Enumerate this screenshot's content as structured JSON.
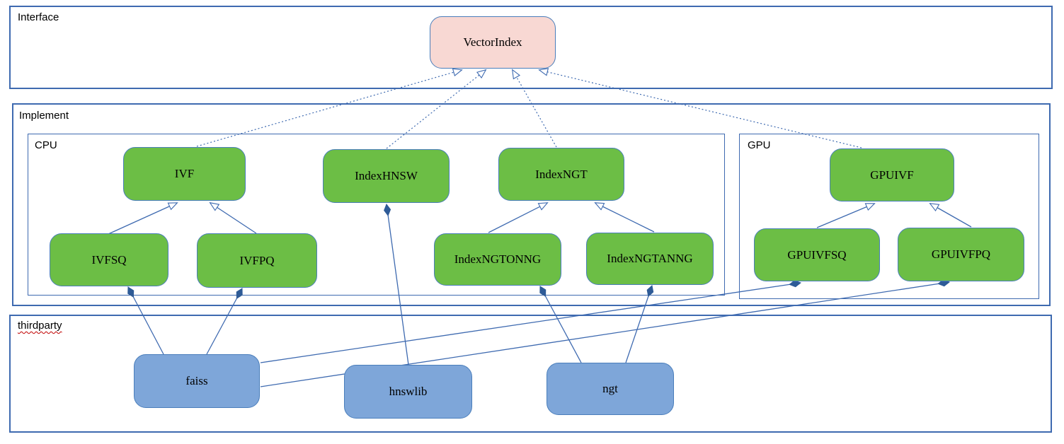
{
  "diagram": {
    "containers": {
      "interface": {
        "label": "Interface"
      },
      "implement": {
        "label": "Implement"
      },
      "cpu": {
        "label": "CPU"
      },
      "gpu": {
        "label": "GPU"
      },
      "thirdparty": {
        "label": "thirdparty"
      }
    },
    "nodes": {
      "vectorindex": {
        "label": "VectorIndex",
        "group": "interface"
      },
      "ivf": {
        "label": "IVF",
        "group": "cpu"
      },
      "indexhnsw": {
        "label": "IndexHNSW",
        "group": "cpu"
      },
      "indexngt": {
        "label": "IndexNGT",
        "group": "cpu"
      },
      "ivfsq": {
        "label": "IVFSQ",
        "group": "cpu"
      },
      "ivfpq": {
        "label": "IVFPQ",
        "group": "cpu"
      },
      "indexngtonng": {
        "label": "IndexNGTONNG",
        "group": "cpu"
      },
      "indexngtanng": {
        "label": "IndexNGTANNG",
        "group": "cpu"
      },
      "gpuivf": {
        "label": "GPUIVF",
        "group": "gpu"
      },
      "gpuivfsq": {
        "label": "GPUIVFSQ",
        "group": "gpu"
      },
      "gpuivfpq": {
        "label": "GPUIVFPQ",
        "group": "gpu"
      },
      "faiss": {
        "label": "faiss",
        "group": "thirdparty"
      },
      "hnswlib": {
        "label": "hnswlib",
        "group": "thirdparty"
      },
      "ngt": {
        "label": "ngt",
        "group": "thirdparty"
      }
    },
    "edges": [
      {
        "from": "IVF",
        "to": "VectorIndex",
        "type": "realization-dashed-open-arrow"
      },
      {
        "from": "IndexHNSW",
        "to": "VectorIndex",
        "type": "realization-dashed-open-arrow"
      },
      {
        "from": "IndexNGT",
        "to": "VectorIndex",
        "type": "realization-dashed-open-arrow"
      },
      {
        "from": "GPUIVF",
        "to": "VectorIndex",
        "type": "realization-dashed-open-arrow"
      },
      {
        "from": "IVFSQ",
        "to": "IVF",
        "type": "inheritance-open-arrow"
      },
      {
        "from": "IVFPQ",
        "to": "IVF",
        "type": "inheritance-open-arrow"
      },
      {
        "from": "IndexNGTONNG",
        "to": "IndexNGT",
        "type": "inheritance-open-arrow"
      },
      {
        "from": "IndexNGTANNG",
        "to": "IndexNGT",
        "type": "inheritance-open-arrow"
      },
      {
        "from": "GPUIVFSQ",
        "to": "GPUIVF",
        "type": "inheritance-open-arrow"
      },
      {
        "from": "GPUIVFPQ",
        "to": "GPUIVF",
        "type": "inheritance-open-arrow"
      },
      {
        "from": "IVFSQ",
        "to": "faiss",
        "type": "composition-diamond"
      },
      {
        "from": "IVFPQ",
        "to": "faiss",
        "type": "composition-diamond"
      },
      {
        "from": "GPUIVFSQ",
        "to": "faiss",
        "type": "composition-diamond"
      },
      {
        "from": "GPUIVFPQ",
        "to": "faiss",
        "type": "composition-diamond"
      },
      {
        "from": "IndexHNSW",
        "to": "hnswlib",
        "type": "composition-diamond"
      },
      {
        "from": "IndexNGTONNG",
        "to": "ngt",
        "type": "composition-diamond"
      },
      {
        "from": "IndexNGTANNG",
        "to": "ngt",
        "type": "composition-diamond"
      }
    ],
    "colors": {
      "interface_node_fill": "#f8d8d3",
      "class_node_fill": "#6cbe45",
      "thirdparty_node_fill": "#7ea6d9",
      "node_border": "#4a7ebb",
      "container_border": "#3e6ab0",
      "connector_line": "#3e6ab0",
      "spellcheck_underline": "#c00000",
      "text": "#000000"
    }
  }
}
